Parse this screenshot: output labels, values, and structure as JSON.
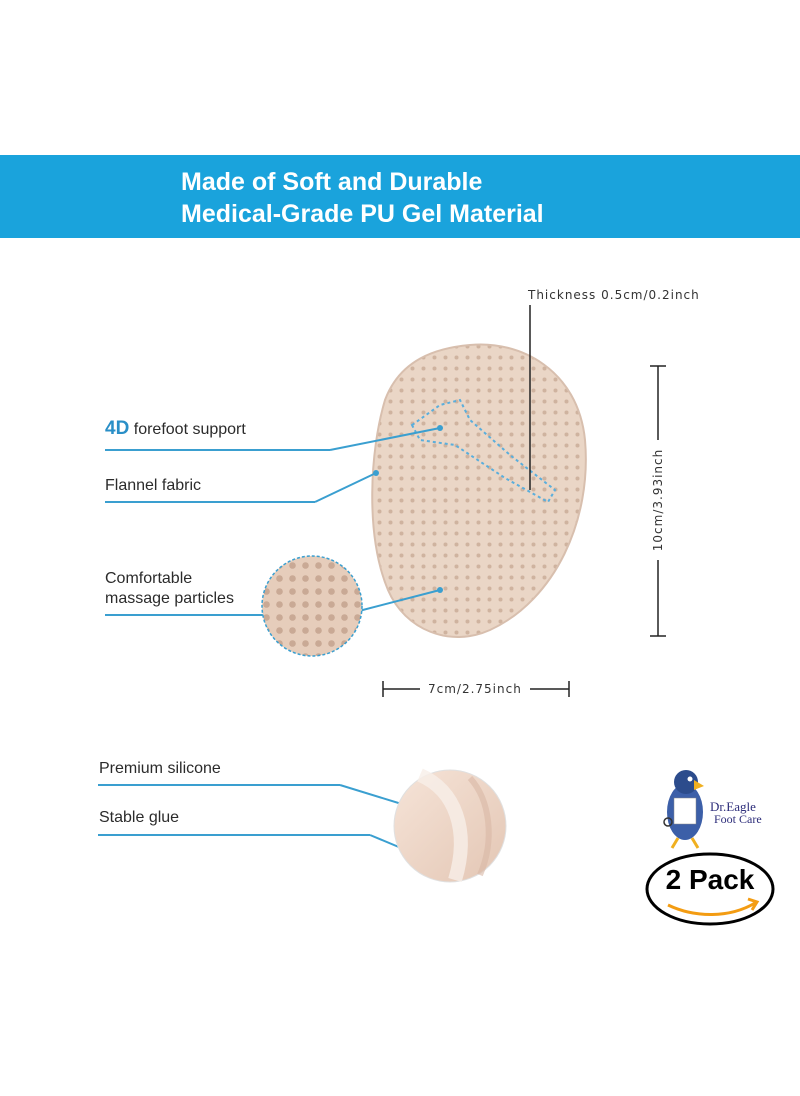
{
  "banner": {
    "line1": "Made of Soft and Durable",
    "line2": "Medical-Grade PU Gel Material",
    "color": "#1aa3dc"
  },
  "labels": {
    "thickness": "Thickness 0.5cm/0.2inch",
    "forefoot_highlight": "4D",
    "forefoot_rest": "forefoot support",
    "flannel": "Flannel fabric",
    "massage_line1": "Comfortable",
    "massage_line2": "massage particles",
    "height": "10cm/3.93inch",
    "width": "7cm/2.75inch",
    "premium": "Premium silicone",
    "glue": "Stable glue"
  },
  "brand": {
    "name": "Dr.Eagle",
    "tagline": "Foot Care"
  },
  "badge": {
    "text": "2 Pack"
  },
  "colors": {
    "accent_line": "#3a9fd0",
    "insole": "#e8d2c2"
  }
}
